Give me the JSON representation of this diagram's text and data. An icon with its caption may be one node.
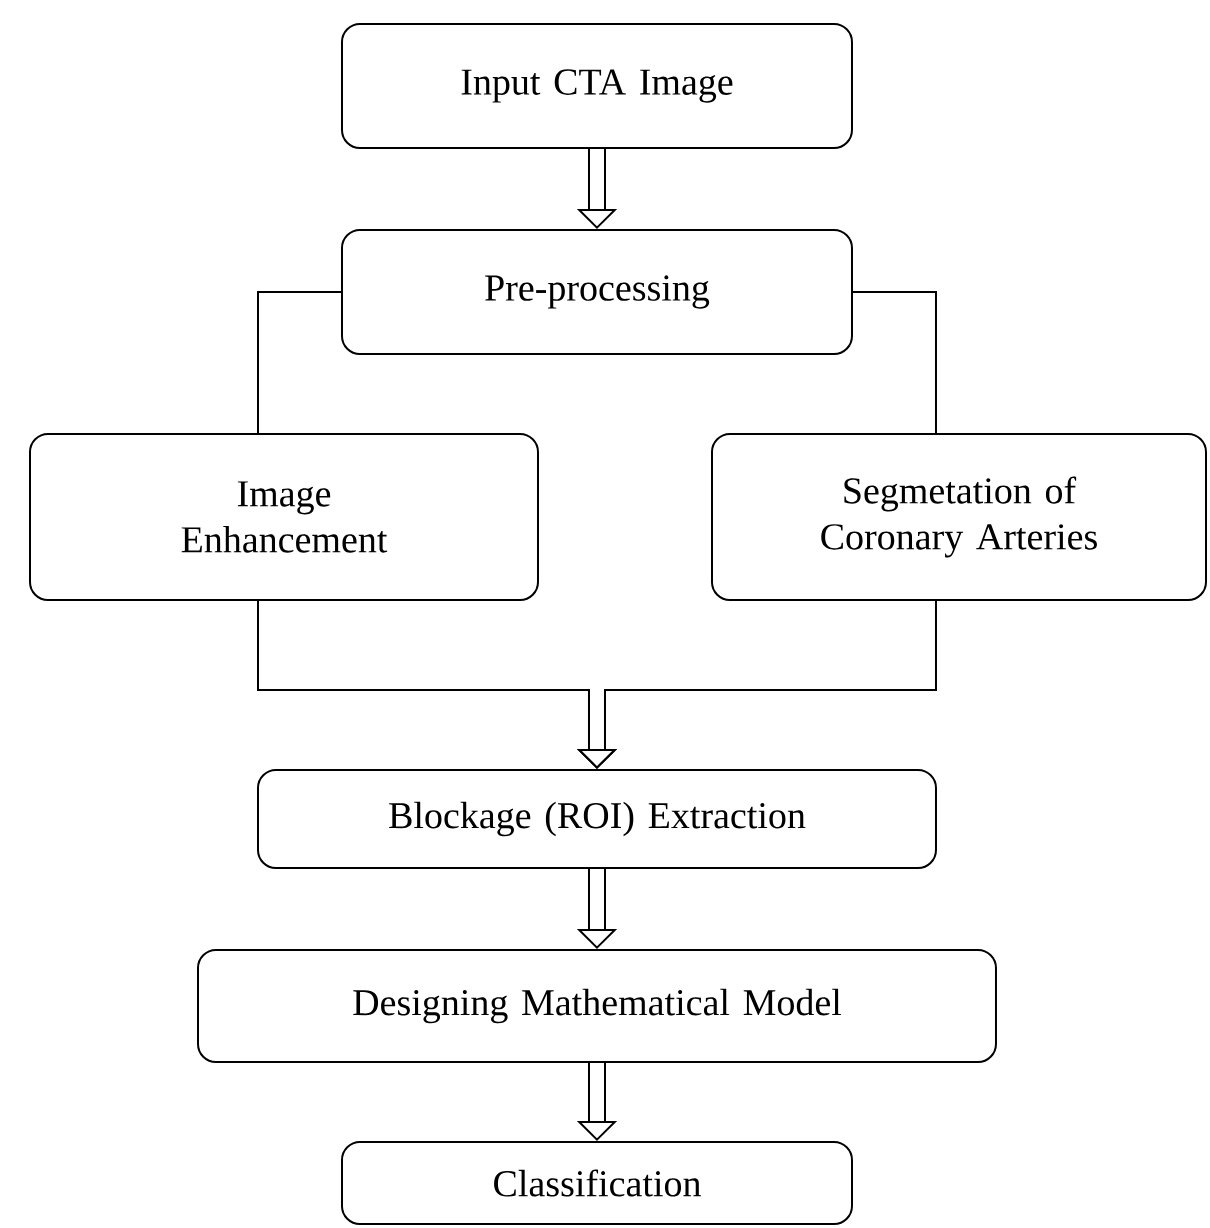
{
  "diagram": {
    "nodes": [
      {
        "text": [
          "Input CTA Image"
        ]
      },
      {
        "text": [
          "Pre-processing"
        ]
      },
      {
        "text": [
          "Image Enhancement"
        ]
      },
      {
        "text": [
          "Segmetation of Coronary Arteries"
        ]
      },
      {
        "text": [
          "Blockage (ROI) Extraction"
        ]
      },
      {
        "text": [
          "Designing Mathematical Model"
        ]
      },
      {
        "text": [
          "Classification"
        ]
      }
    ],
    "edges": [
      {
        "from": 0,
        "to": 1,
        "arrow": "to"
      },
      {
        "from": 1,
        "to": 2,
        "arrow": "none"
      },
      {
        "from": 1,
        "to": 3,
        "arrow": "none"
      },
      {
        "from": 2,
        "to": 4,
        "arrow": "to"
      },
      {
        "from": 3,
        "to": 4,
        "arrow": "to"
      },
      {
        "from": 4,
        "to": 5,
        "arrow": "to"
      },
      {
        "from": 5,
        "to": 6,
        "arrow": "to"
      }
    ]
  }
}
